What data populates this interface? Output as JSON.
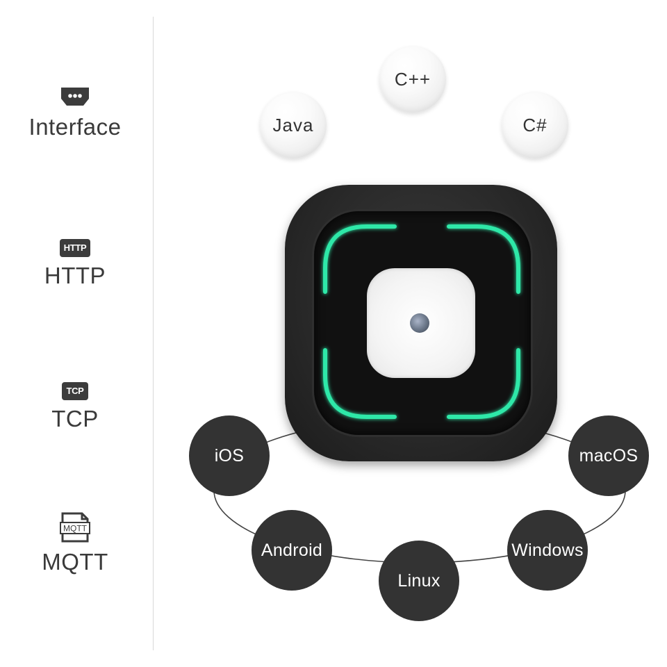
{
  "sidebar": {
    "items": [
      {
        "label": "Interface",
        "icon": "interface-icon"
      },
      {
        "label": "HTTP",
        "icon": "http-icon",
        "icon_text": "HTTP"
      },
      {
        "label": "TCP",
        "icon": "tcp-icon",
        "icon_text": "TCP"
      },
      {
        "label": "MQTT",
        "icon": "mqtt-icon",
        "icon_text": "MQTT"
      }
    ]
  },
  "languages": [
    "Java",
    "C++",
    "C#"
  ],
  "platforms": [
    "iOS",
    "Android",
    "Linux",
    "Windows",
    "macOS"
  ],
  "device": {
    "name": "scanner-device",
    "led_color": "#2ee8a8"
  },
  "colors": {
    "text": "#3a3a3a",
    "platform_fill": "#333333",
    "divider": "#d9d9d9"
  }
}
